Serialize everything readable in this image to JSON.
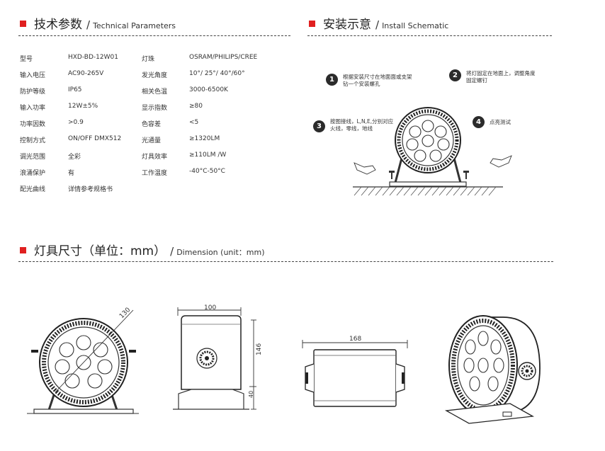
{
  "tech": {
    "title_cn": "技术参数",
    "sep": "/",
    "title_en": "Technical Parameters",
    "rows": [
      {
        "l1": "型号",
        "v1": "HXD-BD-12W01",
        "l2": "灯珠",
        "v2": "OSRAM/PHILIPS/CREE"
      },
      {
        "l1": "输入电压",
        "v1": "AC90-265V",
        "l2": "发光角度",
        "v2": "10°/ 25°/ 40°/60°"
      },
      {
        "l1": "防护等级",
        "v1": "IP65",
        "l2": "相关色温",
        "v2": "3000-6500K"
      },
      {
        "l1": "输入功率",
        "v1": "12W±5%",
        "l2": "显示指数",
        "v2": "≥80"
      },
      {
        "l1": "功率因数",
        "v1": ">0.9",
        "l2": "色容差",
        "v2": "<5"
      },
      {
        "l1": "控制方式",
        "v1": "ON/OFF  DMX512",
        "l2": "光通量",
        "v2": "≥1320LM"
      },
      {
        "l1": "调光范围",
        "v1": "全彩",
        "l2": "灯具效率",
        "v2": "≥110LM /W"
      },
      {
        "l1": "浪涌保护",
        "v1": "有",
        "l2": "工作温度",
        "v2": "-40°C-50°C"
      },
      {
        "l1": "配光曲线",
        "v1": "详情参考规格书",
        "l2": "",
        "v2": ""
      }
    ]
  },
  "install": {
    "title_cn": "安装示意",
    "sep": "/",
    "title_en": "Install Schematic",
    "steps": [
      {
        "num": "1",
        "line1": "根据安装尺寸在地面面或支架",
        "line2": "钻一个安装螺孔"
      },
      {
        "num": "2",
        "line1": "将灯固定在地面上，调整角度",
        "line2": "固定螺钉"
      },
      {
        "num": "3",
        "line1": "按图接线，L,N,E,分别对应",
        "line2": "火线，零线，地线"
      },
      {
        "num": "4",
        "line1": "点亮测试",
        "line2": ""
      }
    ]
  },
  "dimension": {
    "title_cn": "灯具尺寸（单位：mm）",
    "sep": "/",
    "title_en": "Dimension (unit：mm)",
    "labels": {
      "diameter": "130",
      "width": "100",
      "height": "146",
      "base": "40",
      "length": "168"
    }
  },
  "colors": {
    "accent": "#e02020",
    "line": "#333333"
  }
}
